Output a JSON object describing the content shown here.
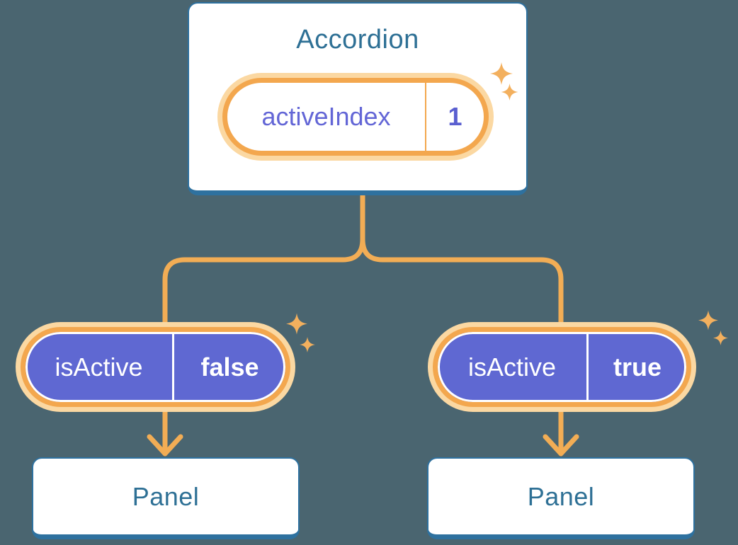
{
  "diagram": {
    "accordion": {
      "title": "Accordion",
      "state_pill": {
        "label": "activeIndex",
        "value": "1"
      }
    },
    "branches": {
      "left": {
        "prop_pill": {
          "label": "isActive",
          "value": "false"
        },
        "panel_label": "Panel"
      },
      "right": {
        "prop_pill": {
          "label": "isActive",
          "value": "true"
        },
        "panel_label": "Panel"
      }
    }
  },
  "icons": {
    "sparkle": "four-point-star"
  },
  "colors": {
    "background": "#4a6570",
    "card_border_blue": "#2e719f",
    "heading_text_blue": "#2e7095",
    "pill_orange_border": "#f3a74e",
    "pill_orange_halo": "#fbd8a2",
    "connector_orange": "#f2ad55",
    "sparkle_orange": "#f3b05e",
    "pill_purple": "#5f68d2",
    "state_text_purple": "#6366d6",
    "state_value_purple": "#5a5fd0",
    "white": "#ffffff"
  }
}
